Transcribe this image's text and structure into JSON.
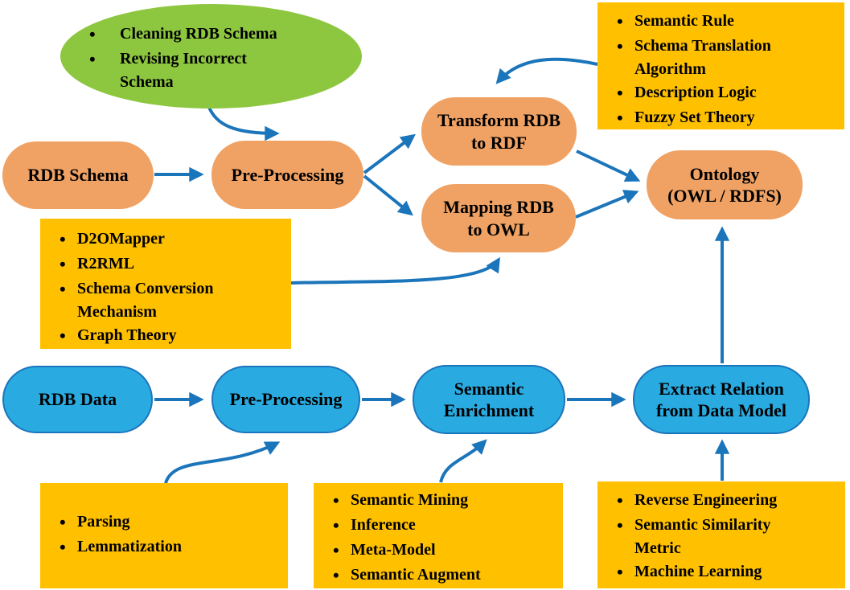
{
  "colors": {
    "node_orange": "#F0A264",
    "node_blue_fill": "#29ABE2",
    "node_blue_border": "#1B75BC",
    "callout_yellow": "#FFC000",
    "ellipse_green": "#8DC63F",
    "arrow_blue": "#1B75BB",
    "text": "#000000",
    "background": "#FFFFFF"
  },
  "nodes": {
    "rdb_schema": "RDB Schema",
    "pre_processing_schema": "Pre-Processing",
    "transform_rdb_to_rdf": "Transform RDB\nto RDF",
    "mapping_rdb_to_owl": "Mapping RDB\nto OWL",
    "ontology": "Ontology\n(OWL / RDFS)",
    "rdb_data": "RDB Data",
    "pre_processing_data": "Pre-Processing",
    "semantic_enrichment": "Semantic\nEnrichment",
    "extract_relation": "Extract Relation\nfrom Data Model"
  },
  "callouts": {
    "schema_cleaning": {
      "shape": "ellipse",
      "items": [
        "Cleaning RDB Schema",
        "Revising Incorrect Schema"
      ]
    },
    "transform_techniques": {
      "shape": "rect",
      "items": [
        "Semantic Rule",
        "Schema Translation Algorithm",
        "Description Logic",
        "Fuzzy Set Theory"
      ]
    },
    "mapping_techniques": {
      "shape": "rect",
      "items": [
        "D2OMapper",
        "R2RML",
        "Schema Conversion Mechanism",
        "Graph Theory"
      ]
    },
    "preprocessing_techniques": {
      "shape": "rect",
      "items": [
        "Parsing",
        "Lemmatization"
      ]
    },
    "enrichment_techniques": {
      "shape": "rect",
      "items": [
        "Semantic Mining",
        "Inference",
        "Meta-Model",
        "Semantic Augment"
      ]
    },
    "extraction_techniques": {
      "shape": "rect",
      "items": [
        "Reverse Engineering",
        "Semantic Similarity Metric",
        "Machine Learning"
      ]
    }
  },
  "edges": [
    {
      "from": "rdb_schema",
      "to": "pre_processing_schema"
    },
    {
      "from": "schema_cleaning",
      "to": "pre_processing_schema"
    },
    {
      "from": "pre_processing_schema",
      "to": "transform_rdb_to_rdf"
    },
    {
      "from": "pre_processing_schema",
      "to": "mapping_rdb_to_owl"
    },
    {
      "from": "transform_techniques",
      "to": "transform_rdb_to_rdf"
    },
    {
      "from": "mapping_techniques",
      "to": "mapping_rdb_to_owl"
    },
    {
      "from": "transform_rdb_to_rdf",
      "to": "ontology"
    },
    {
      "from": "mapping_rdb_to_owl",
      "to": "ontology"
    },
    {
      "from": "rdb_data",
      "to": "pre_processing_data"
    },
    {
      "from": "preprocessing_techniques",
      "to": "pre_processing_data"
    },
    {
      "from": "pre_processing_data",
      "to": "semantic_enrichment"
    },
    {
      "from": "enrichment_techniques",
      "to": "semantic_enrichment"
    },
    {
      "from": "semantic_enrichment",
      "to": "extract_relation"
    },
    {
      "from": "extraction_techniques",
      "to": "extract_relation"
    },
    {
      "from": "extract_relation",
      "to": "ontology"
    }
  ]
}
